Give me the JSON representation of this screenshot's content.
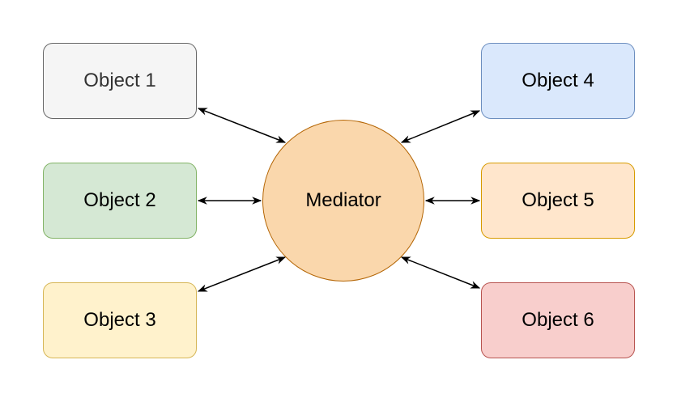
{
  "mediator": {
    "label": "Mediator",
    "fill": "#fad7ac",
    "stroke": "#b46504"
  },
  "objects": [
    {
      "label": "Object 1",
      "fill": "#f5f5f5",
      "stroke": "#666666",
      "text_color": "#333333"
    },
    {
      "label": "Object 2",
      "fill": "#d5e8d4",
      "stroke": "#82b366",
      "text_color": "#000000"
    },
    {
      "label": "Object 3",
      "fill": "#fff2cc",
      "stroke": "#d6b656",
      "text_color": "#000000"
    },
    {
      "label": "Object 4",
      "fill": "#dae8fc",
      "stroke": "#6c8ebf",
      "text_color": "#000000"
    },
    {
      "label": "Object 5",
      "fill": "#ffe6cc",
      "stroke": "#d79b00",
      "text_color": "#000000"
    },
    {
      "label": "Object 6",
      "fill": "#f8cecc",
      "stroke": "#b85450",
      "text_color": "#000000"
    }
  ],
  "connector_color": "#000000"
}
